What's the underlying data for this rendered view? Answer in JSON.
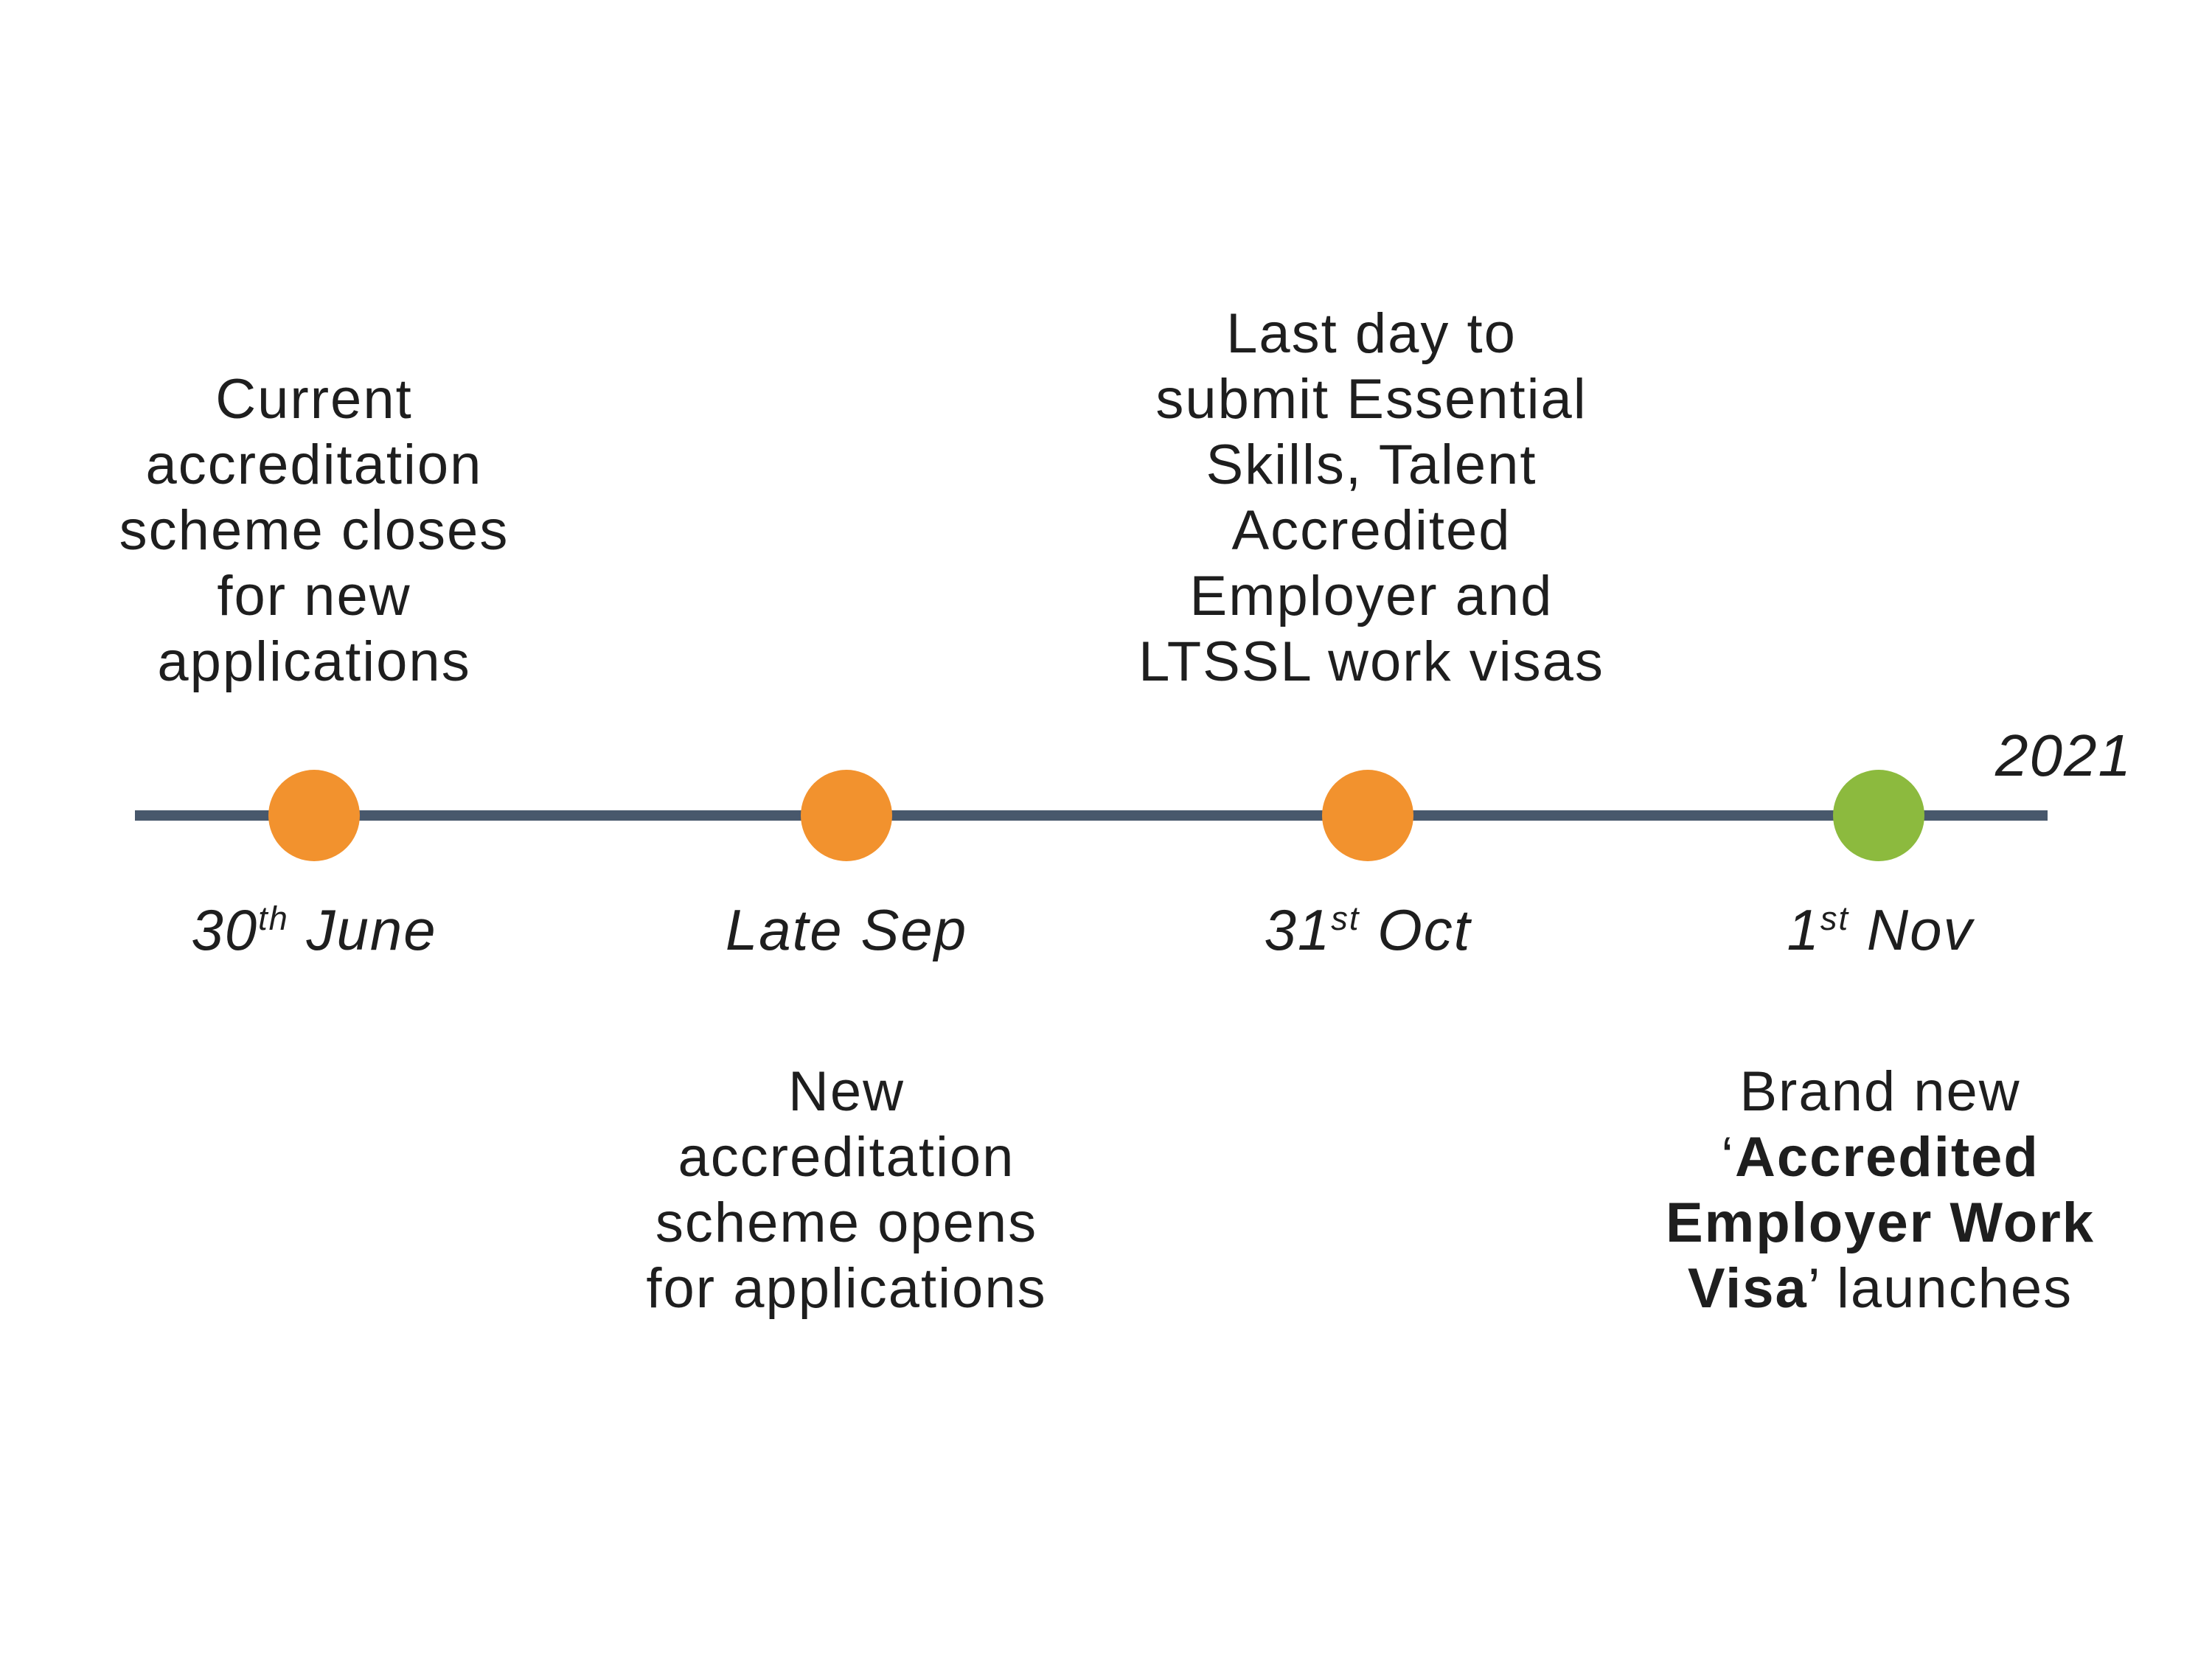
{
  "colors": {
    "orange": "#F2922E",
    "green": "#8CBA3E",
    "line": "#48586C",
    "text": "#1E1E1E",
    "bg": "#FFFFFF"
  },
  "year": "2021",
  "events": [
    {
      "id": "30th-june",
      "dot_color": "orange",
      "side": "above",
      "lines": [
        "Current",
        "accreditation",
        "scheme closes",
        "for new",
        "applications"
      ],
      "date": {
        "pre": "30",
        "sup": "th",
        "post": " June"
      }
    },
    {
      "id": "late-sep",
      "dot_color": "orange",
      "side": "below",
      "lines": [
        "New",
        "accreditation",
        "scheme opens",
        "for applications"
      ],
      "date": {
        "pre": "Late Sep",
        "sup": "",
        "post": ""
      }
    },
    {
      "id": "31st-oct",
      "dot_color": "orange",
      "side": "above",
      "lines": [
        "Last day to",
        "submit Essential",
        "Skills, Talent",
        "Accredited",
        "Employer and",
        "LTSSL work visas"
      ],
      "date": {
        "pre": "31",
        "sup": "st",
        "post": " Oct"
      }
    },
    {
      "id": "1st-nov",
      "dot_color": "green",
      "side": "below",
      "rich": {
        "l1": "Brand new",
        "q1": "‘",
        "b1": "Accredited",
        "b2": "Employer Work",
        "b3": "Visa",
        "r2": "’ launches"
      },
      "date": {
        "pre": "1",
        "sup": "st",
        "post": " Nov"
      }
    }
  ]
}
